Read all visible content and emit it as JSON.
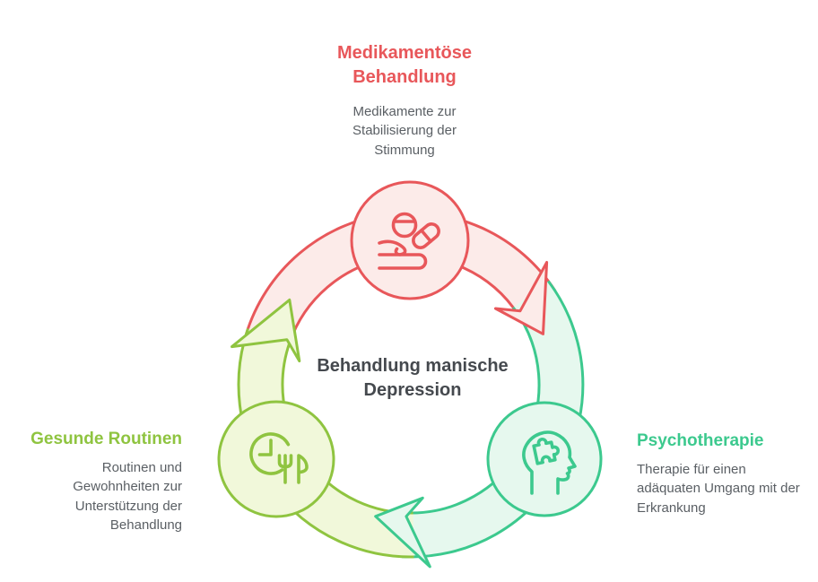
{
  "diagram": {
    "center_title": "Behandlung manische Depression",
    "nodes": [
      {
        "id": "medikamentoese-behandlung",
        "label": "Medikamentöse Behandlung",
        "description": "Medikamente zur Stabilisierung der Stimmung",
        "icon": "hand-with-pills-icon",
        "position": "top",
        "color": "#e8575a",
        "fill": "#fcebe9"
      },
      {
        "id": "psychotherapie",
        "label": "Psychotherapie",
        "description": "Therapie für einen adäquaten Umgang mit der Erkrankung",
        "icon": "head-with-puzzle-icon",
        "position": "bottom-right",
        "color": "#3cc98e",
        "fill": "#e6f8ee"
      },
      {
        "id": "gesunde-routinen",
        "label": "Gesunde Routinen",
        "description": "Routinen und Gewohnheiten zur Unterstützung der Behandlung",
        "icon": "clock-with-cutlery-icon",
        "position": "bottom-left",
        "color": "#8fc440",
        "fill": "#f1f8da"
      }
    ],
    "colors": {
      "title_text": "#45494e",
      "description_text": "#5a5f64",
      "background": "#ffffff"
    }
  }
}
